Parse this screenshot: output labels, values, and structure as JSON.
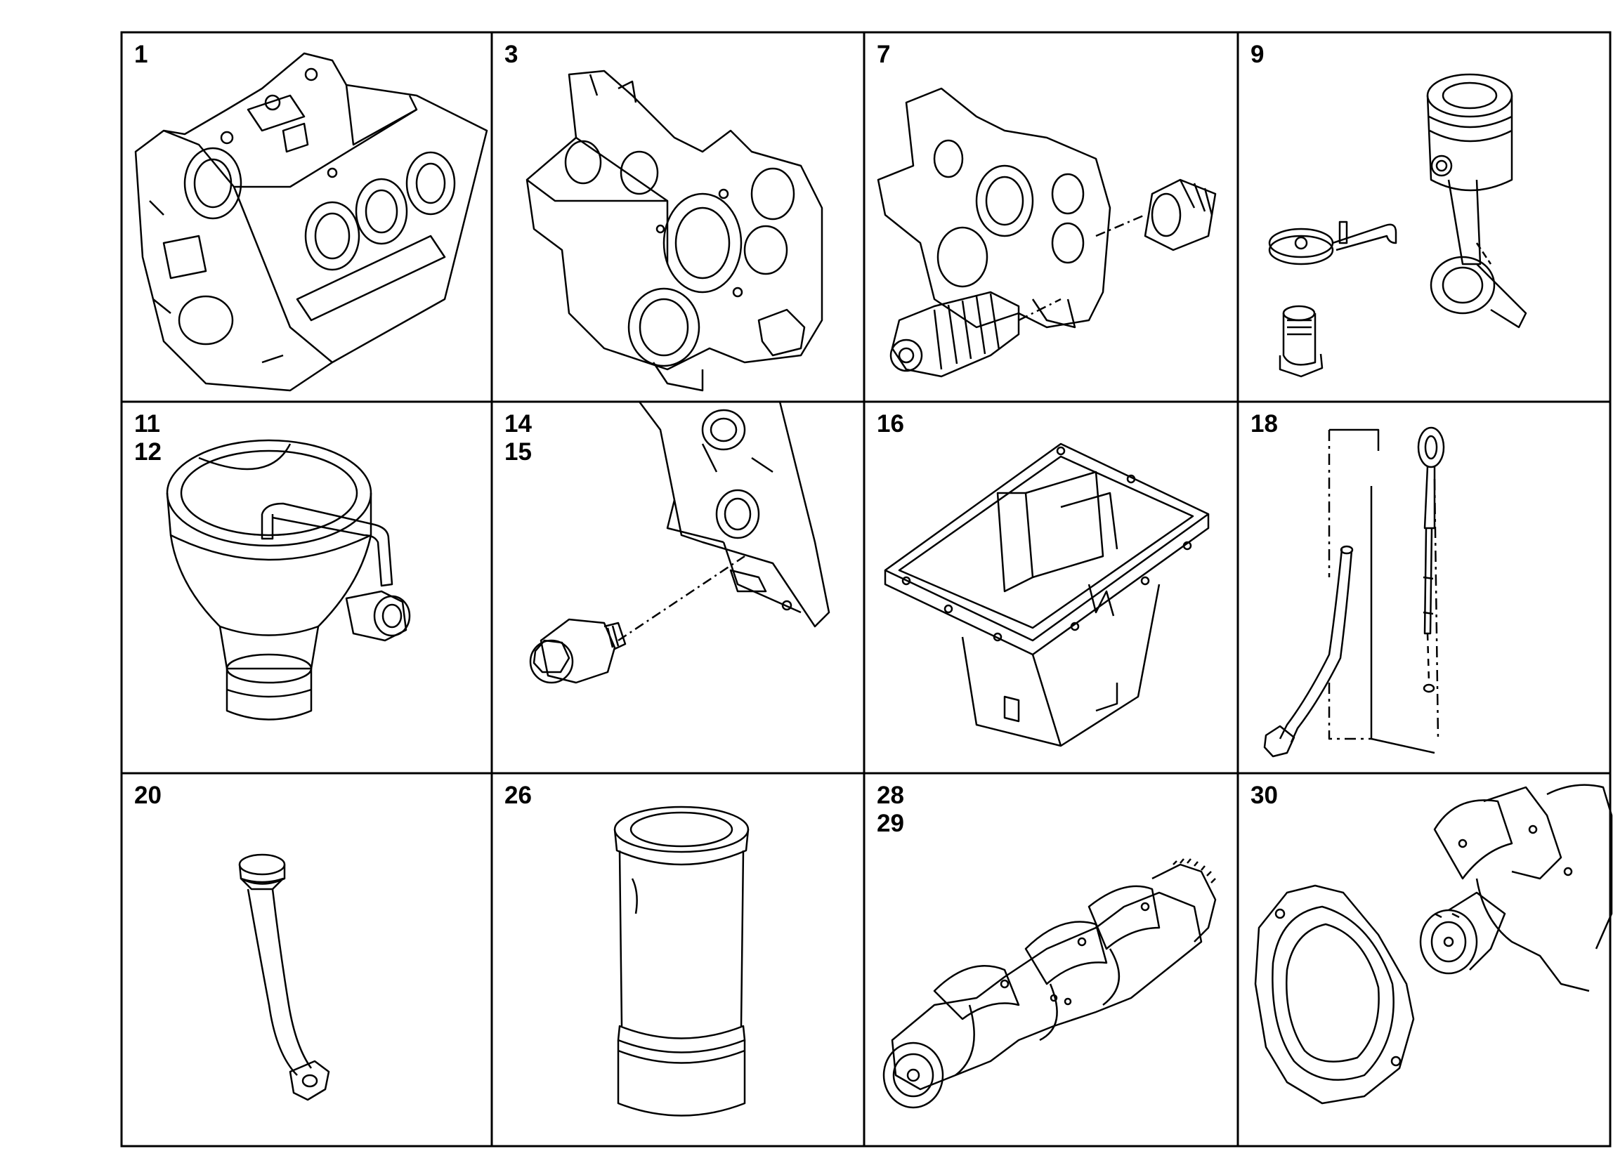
{
  "cells": [
    {
      "label": "1",
      "part": "engine-block"
    },
    {
      "label": "3",
      "part": "timing-case-cover"
    },
    {
      "label": "7",
      "part": "timing-case-with-seal-and-drain-plug"
    },
    {
      "label": "9",
      "part": "piston-connecting-rod-and-oil-jet"
    },
    {
      "label": "11\n12",
      "part": "oil-filter-housing"
    },
    {
      "label": "14\n15",
      "part": "threaded-plug-on-crankcase"
    },
    {
      "label": "16",
      "part": "oil-pan"
    },
    {
      "label": "18",
      "part": "dipstick-and-guide-tube"
    },
    {
      "label": "20",
      "part": "oil-filler-tube-with-cap"
    },
    {
      "label": "26",
      "part": "cylinder-liner"
    },
    {
      "label": "28\n29",
      "part": "crankshaft"
    },
    {
      "label": "30",
      "part": "crankshaft-with-seal-carrier"
    }
  ],
  "colors": {
    "line": "#000000",
    "background": "#ffffff"
  }
}
